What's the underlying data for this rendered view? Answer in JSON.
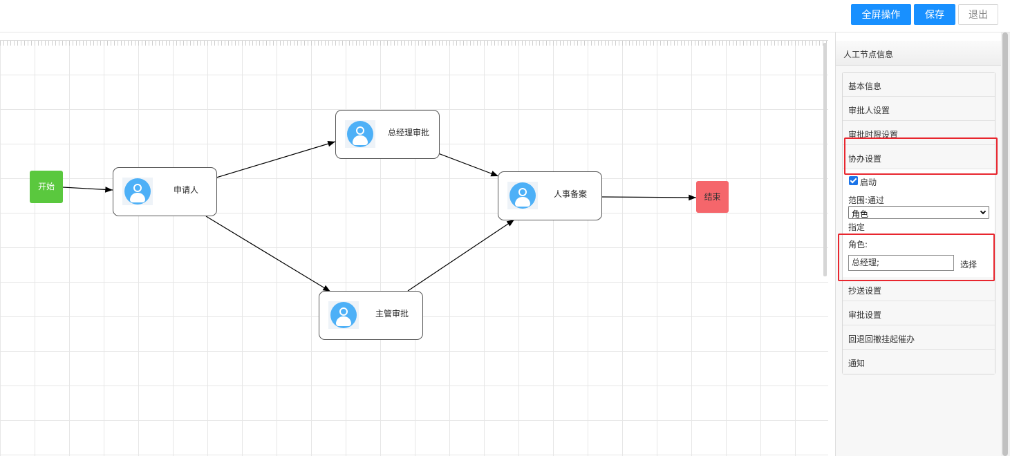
{
  "toolbar": {
    "fullscreen_label": "全屏操作",
    "save_label": "保存",
    "exit_label": "退出"
  },
  "flow": {
    "start": "开始",
    "end": "结束",
    "nodes": {
      "applicant": "申请人",
      "gm_approval": "总经理审批",
      "supervisor_approval": "主管审批",
      "hr_record": "人事备案"
    }
  },
  "panel": {
    "title": "人工节点信息",
    "sections": {
      "basic": "基本信息",
      "approver": "审批人设置",
      "time_limit": "审批时限设置",
      "assist": "协办设置",
      "cc": "抄送设置",
      "approval": "审批设置",
      "rollback": "回退回撤挂起催办",
      "notify": "通知"
    },
    "assist": {
      "enable_label": "启动",
      "enabled": true,
      "scope_label": "范围:通过",
      "scope_value": "角色",
      "assign_label": "指定",
      "role_label": "角色:",
      "role_value": "总经理;",
      "choose_label": "选择"
    }
  },
  "colors": {
    "primary": "#1890ff",
    "start_node": "#5ac83e",
    "end_node": "#f5666b",
    "avatar": "#4db0f7",
    "highlight": "#e8262e"
  }
}
